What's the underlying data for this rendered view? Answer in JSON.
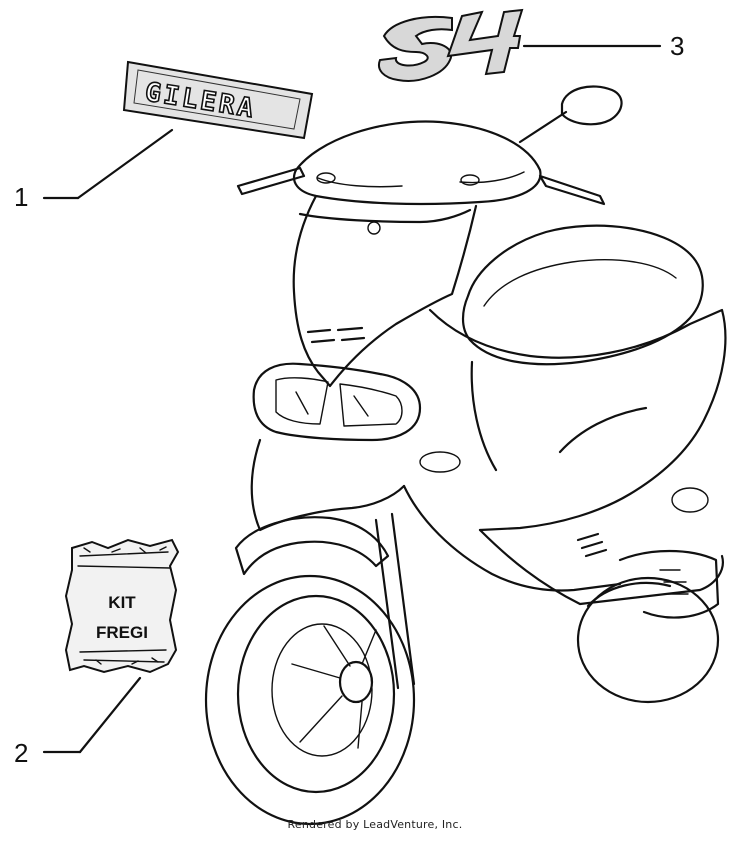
{
  "callouts": [
    {
      "number": "1"
    },
    {
      "number": "2"
    },
    {
      "number": "3"
    }
  ],
  "decals": {
    "brand_logo": "GILERA",
    "model_logo": "54",
    "kit_label_line1": "KIT",
    "kit_label_line2": "FREGI"
  },
  "footer": "Rendered by LeadVenture, Inc.",
  "colors": {
    "ink": "#111111",
    "background": "#ffffff",
    "decal_fill": "#d8d8d8"
  }
}
